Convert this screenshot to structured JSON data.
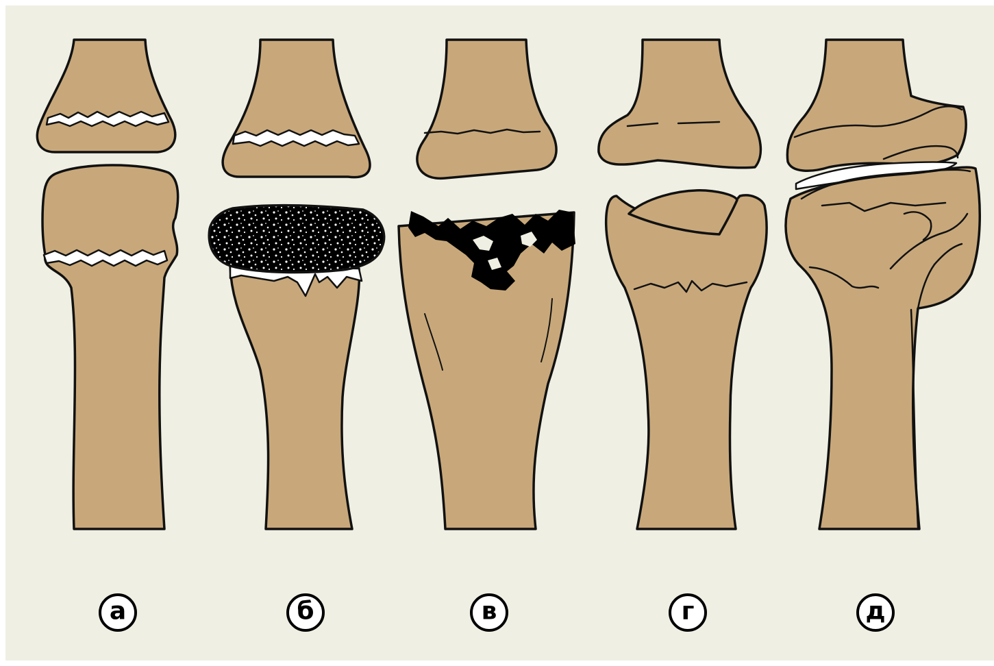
{
  "colors": {
    "background": "#f0efe3",
    "bone": "#c8a87a",
    "outline": "#111111",
    "growth_plate": "#ffffff",
    "necrosis": "#000000"
  },
  "stages": [
    {
      "label": "а"
    },
    {
      "label": "б"
    },
    {
      "label": "в"
    },
    {
      "label": "г"
    },
    {
      "label": "д"
    }
  ]
}
